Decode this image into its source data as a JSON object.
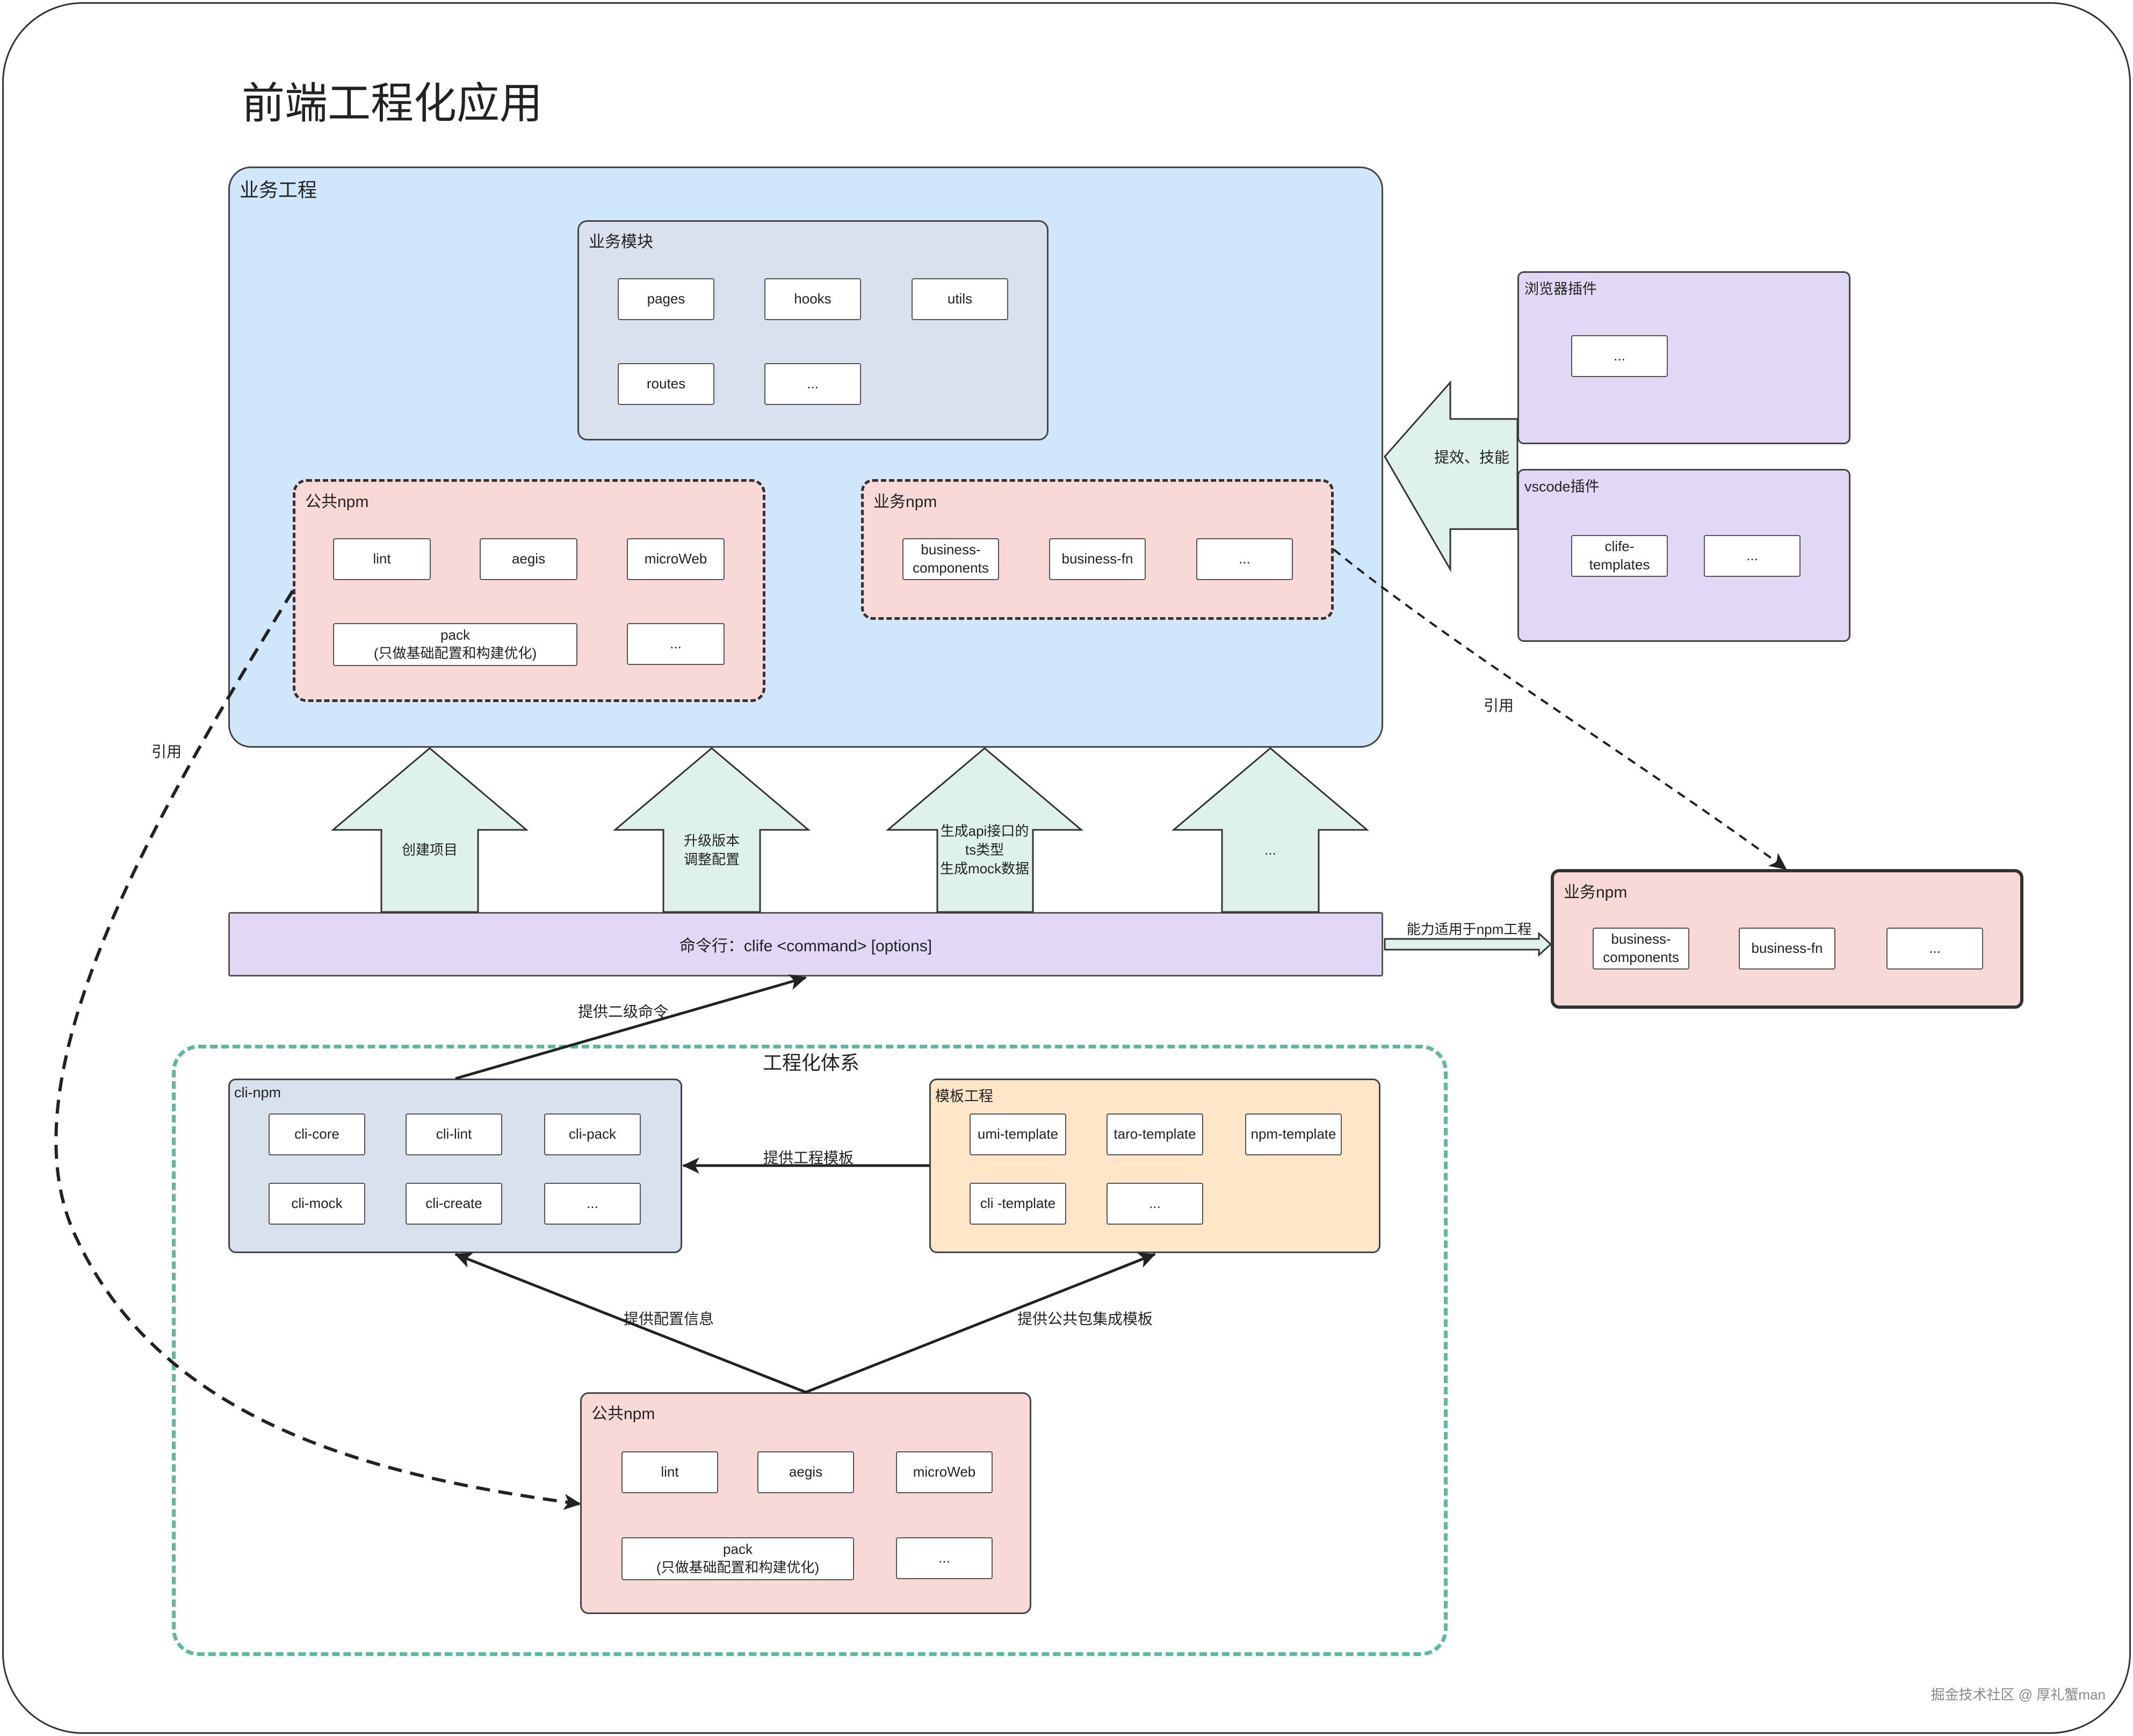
{
  "title": "前端工程化应用",
  "colors": {
    "blue": "#cfe6fb",
    "slate": "#d9e0ee",
    "pink": "#f9d9d8",
    "purple": "#e2d7f5",
    "orange": "#ffe6c8",
    "mint": "#def2eb",
    "teal_dash": "#5db8a0"
  },
  "business_project": {
    "label": "业务工程",
    "modules": {
      "label": "业务模块",
      "items": [
        "pages",
        "hooks",
        "utils",
        "routes",
        "..."
      ]
    },
    "public_npm": {
      "label": "公共npm",
      "items": [
        "lint",
        "aegis",
        "microWeb",
        "pack\n(只做基础配置和构建优化)",
        "..."
      ]
    },
    "business_npm": {
      "label": "业务npm",
      "items": [
        "business-\ncomponents",
        "business-fn",
        "..."
      ]
    }
  },
  "plugins": {
    "browser": {
      "label": "浏览器插件",
      "items": [
        "..."
      ]
    },
    "vscode": {
      "label": "vscode插件",
      "items": [
        "clife-\ntemplates",
        "..."
      ]
    },
    "arrow_label": "提效、技能"
  },
  "up_arrows": [
    "创建项目",
    "升级版本\n调整配置",
    "生成api接口的\nts类型\n生成mock数据",
    "..."
  ],
  "cli_bar": "命令行：clife <command> [options]",
  "right_npm": {
    "label": "业务npm",
    "items": [
      "business-\ncomponents",
      "business-fn",
      "..."
    ],
    "arrow_label": "能力适用于npm工程"
  },
  "engineering": {
    "label": "工程化体系",
    "cli_npm": {
      "label": "cli-npm",
      "items": [
        "cli-core",
        "cli-lint",
        "cli-pack",
        "cli-mock",
        "cli-create",
        "..."
      ]
    },
    "template": {
      "label": "模板工程",
      "items": [
        "umi-template",
        "taro-template",
        "npm-template",
        "cli -template",
        "..."
      ]
    },
    "public_npm": {
      "label": "公共npm",
      "items": [
        "lint",
        "aegis",
        "microWeb",
        "pack\n(只做基础配置和构建优化)",
        "..."
      ]
    }
  },
  "edge_labels": {
    "second_cmd": "提供二级命令",
    "template_provide": "提供工程模板",
    "config_info": "提供配置信息",
    "pkg_template": "提供公共包集成模板",
    "ref_left": "引用",
    "ref_right": "引用"
  },
  "watermark": "掘金技术社区 @ 厚礼蟹man"
}
